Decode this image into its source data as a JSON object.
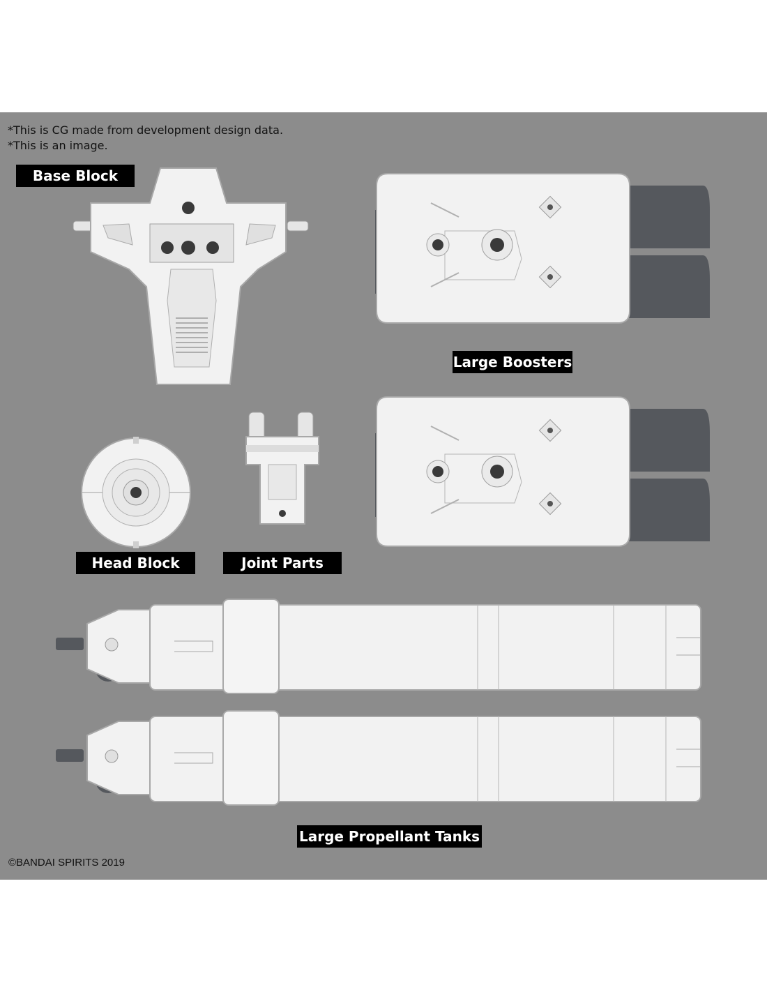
{
  "notes": {
    "line1": "*This is CG made from development design data.",
    "line2": "*This is an image."
  },
  "labels": {
    "base_block": "Base Block",
    "large_boosters": "Large Boosters",
    "head_block": "Head Block",
    "joint_parts": "Joint Parts",
    "large_propellant_tanks": "Large Propellant Tanks"
  },
  "copyright": "©BANDAI SPIRITS 2019",
  "colors": {
    "background": "#8c8c8c",
    "part_white": "#f2f2f2",
    "part_dark": "#55585d",
    "label_bg": "#000000",
    "label_text": "#ffffff"
  }
}
